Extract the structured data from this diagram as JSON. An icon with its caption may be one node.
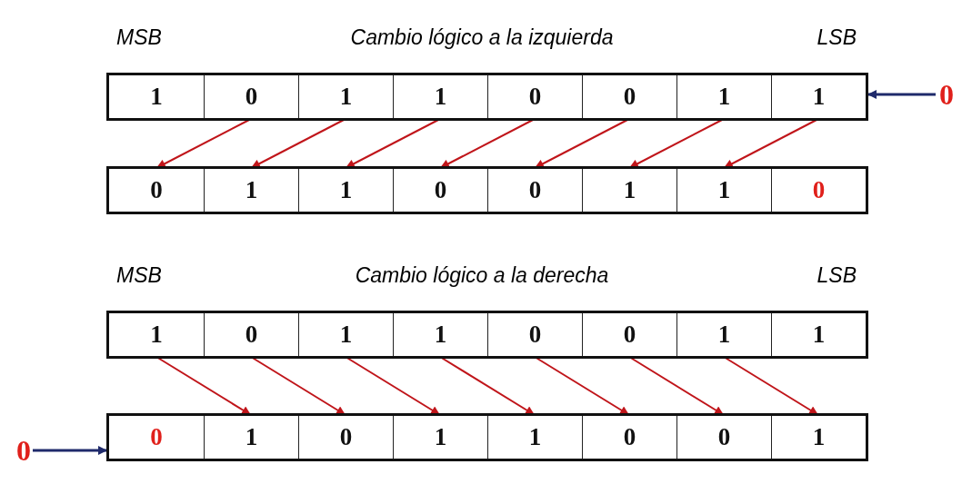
{
  "diagram": {
    "nodes": [
      {
        "text": [],
        "shape": "box"
      },
      {
        "text": [
          "1"
        ],
        "in": 0
      },
      {
        "text": [
          "0"
        ],
        "in": 0
      },
      {
        "text": [
          "1"
        ],
        "in": 0
      },
      {
        "text": [
          "1"
        ],
        "in": 0
      },
      {
        "text": [
          "0"
        ],
        "in": 0
      },
      {
        "text": [
          "0"
        ],
        "in": 0
      },
      {
        "text": [
          "1"
        ],
        "in": 0
      },
      {
        "text": [
          "1"
        ],
        "in": 0
      },
      {
        "text": [
          "0"
        ]
      },
      {
        "text": [],
        "shape": "box"
      },
      {
        "text": [
          "0"
        ],
        "in": 10
      },
      {
        "text": [
          "1"
        ],
        "in": 10
      },
      {
        "text": [
          "1"
        ],
        "in": 10
      },
      {
        "text": [
          "0"
        ],
        "in": 10
      },
      {
        "text": [
          "0"
        ],
        "in": 10
      },
      {
        "text": [
          "1"
        ],
        "in": 10
      },
      {
        "text": [
          "1"
        ],
        "in": 10
      },
      {
        "text": [
          "0"
        ],
        "in": 10
      },
      {
        "text": [],
        "shape": "box"
      },
      {
        "text": [
          "1"
        ],
        "in": 19
      },
      {
        "text": [
          "0"
        ],
        "in": 19
      },
      {
        "text": [
          "1"
        ],
        "in": 19
      },
      {
        "text": [
          "1"
        ],
        "in": 19
      },
      {
        "text": [
          "0"
        ],
        "in": 19
      },
      {
        "text": [
          "0"
        ],
        "in": 19
      },
      {
        "text": [
          "1"
        ],
        "in": 19
      },
      {
        "text": [
          "1"
        ],
        "in": 19
      },
      {
        "text": [
          "0"
        ]
      },
      {
        "text": [],
        "shape": "box"
      },
      {
        "text": [
          "0"
        ],
        "in": 29
      },
      {
        "text": [
          "1"
        ],
        "in": 29
      },
      {
        "text": [
          "0"
        ],
        "in": 29
      },
      {
        "text": [
          "1"
        ],
        "in": 29
      },
      {
        "text": [
          "1"
        ],
        "in": 29
      },
      {
        "text": [
          "0"
        ],
        "in": 29
      },
      {
        "text": [
          "0"
        ],
        "in": 29
      },
      {
        "text": [
          "1"
        ],
        "in": 29
      }
    ],
    "edges": [
      {
        "from": 9,
        "to": 8,
        "arrow": "to",
        "color": "#1f2a6b"
      },
      {
        "from": 2,
        "to": 11,
        "arrow": "to"
      },
      {
        "from": 3,
        "to": 12,
        "arrow": "to"
      },
      {
        "from": 4,
        "to": 13,
        "arrow": "to"
      },
      {
        "from": 5,
        "to": 14,
        "arrow": "to"
      },
      {
        "from": 6,
        "to": 15,
        "arrow": "to"
      },
      {
        "from": 7,
        "to": 16,
        "arrow": "to"
      },
      {
        "from": 8,
        "to": 17,
        "arrow": "to"
      },
      {
        "from": 20,
        "to": 31,
        "arrow": "to"
      },
      {
        "from": 21,
        "to": 32,
        "arrow": "to"
      },
      {
        "from": 22,
        "to": 33,
        "arrow": "to"
      },
      {
        "from": 23,
        "to": 34,
        "arrow": "to"
      },
      {
        "from": 24,
        "to": 35,
        "arrow": "to"
      },
      {
        "from": 25,
        "to": 36,
        "arrow": "to"
      },
      {
        "from": 26,
        "to": 37,
        "arrow": "to"
      },
      {
        "from": 28,
        "to": 30,
        "arrow": "to",
        "color": "#1f2a6b"
      }
    ],
    "labels": [
      "MSB",
      "Cambio lógico a la izquierda",
      "LSB",
      "MSB",
      "Cambio lógico a la derecha",
      "LSB"
    ]
  }
}
